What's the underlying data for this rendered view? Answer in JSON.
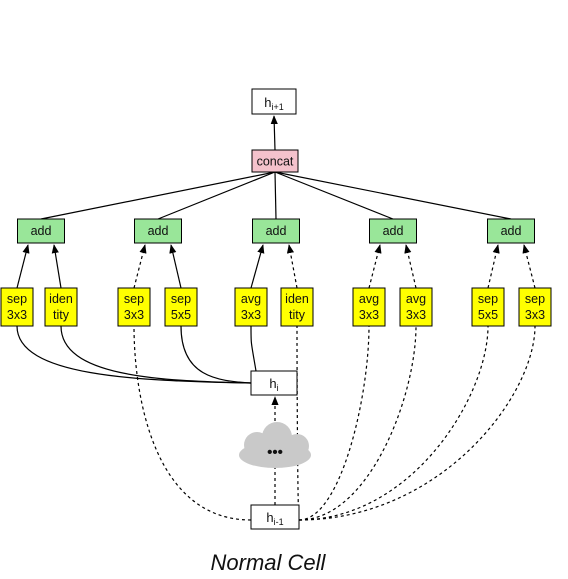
{
  "diagram": {
    "title": "Normal Cell",
    "output_node": {
      "base": "h",
      "subscript": "i+1"
    },
    "concat_label": "concat",
    "add_label": "add",
    "cloud_label": "•••",
    "input_current": {
      "base": "h",
      "subscript": "i"
    },
    "input_previous": {
      "base": "h",
      "subscript": "i-1"
    },
    "operations": [
      {
        "line1": "sep",
        "line2": "3x3",
        "input": "h_i"
      },
      {
        "line1": "iden",
        "line2": "tity",
        "input": "h_i"
      },
      {
        "line1": "sep",
        "line2": "3x3",
        "input": "h_i-1"
      },
      {
        "line1": "sep",
        "line2": "5x5",
        "input": "h_i"
      },
      {
        "line1": "avg",
        "line2": "3x3",
        "input": "h_i"
      },
      {
        "line1": "iden",
        "line2": "tity",
        "input": "h_i-1"
      },
      {
        "line1": "avg",
        "line2": "3x3",
        "input": "h_i-1"
      },
      {
        "line1": "avg",
        "line2": "3x3",
        "input": "h_i-1"
      },
      {
        "line1": "sep",
        "line2": "5x5",
        "input": "h_i-1"
      },
      {
        "line1": "sep",
        "line2": "3x3",
        "input": "h_i-1"
      }
    ],
    "colors": {
      "op_fill": "#ffff00",
      "add_fill": "#99e699",
      "concat_fill": "#f4c2cc",
      "node_fill": "#ffffff",
      "cloud_fill": "#c9c9c9",
      "line": "#000000"
    }
  }
}
